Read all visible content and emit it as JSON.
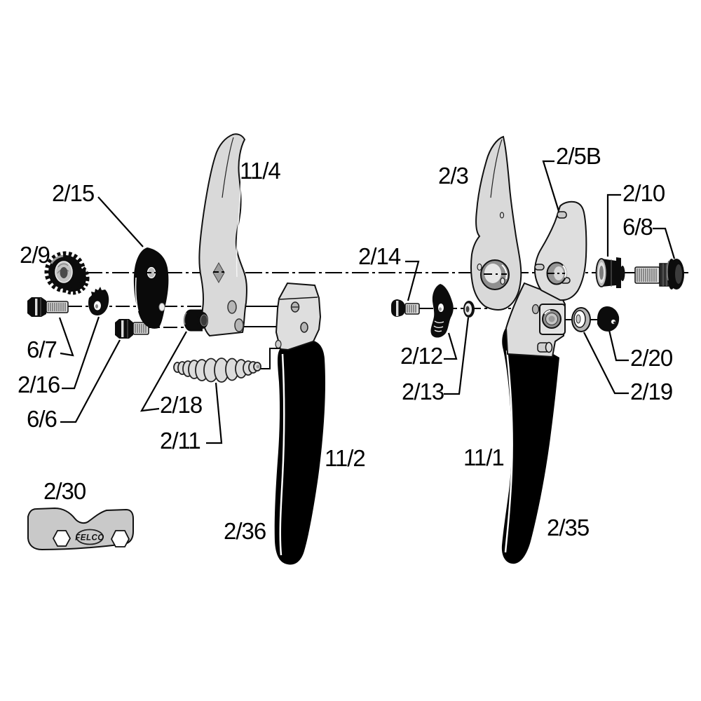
{
  "labels": {
    "p2_15": "2/15",
    "p2_9": "2/9",
    "p6_7": "6/7",
    "p2_16": "2/16",
    "p6_6": "6/6",
    "p2_18": "2/18",
    "p2_11": "2/11",
    "p11_4": "11/4",
    "p2_36": "2/36",
    "p11_2": "11/2",
    "p2_30": "2/30",
    "p2_14": "2/14",
    "p2_3": "2/3",
    "p2_5B": "2/5B",
    "p2_10": "2/10",
    "p6_8": "6/8",
    "p2_12": "2/12",
    "p2_13": "2/13",
    "p2_20": "2/20",
    "p2_19": "2/19",
    "p11_1": "11/1",
    "p2_35": "2/35",
    "felco": "FELCO"
  },
  "colors": {
    "line": "#000000",
    "metal_light": "#d9d9d9",
    "metal_mid": "#b5b5b5",
    "metal_dark": "#8f8f8f",
    "part_black": "#0c0c0c",
    "background": "#ffffff"
  }
}
